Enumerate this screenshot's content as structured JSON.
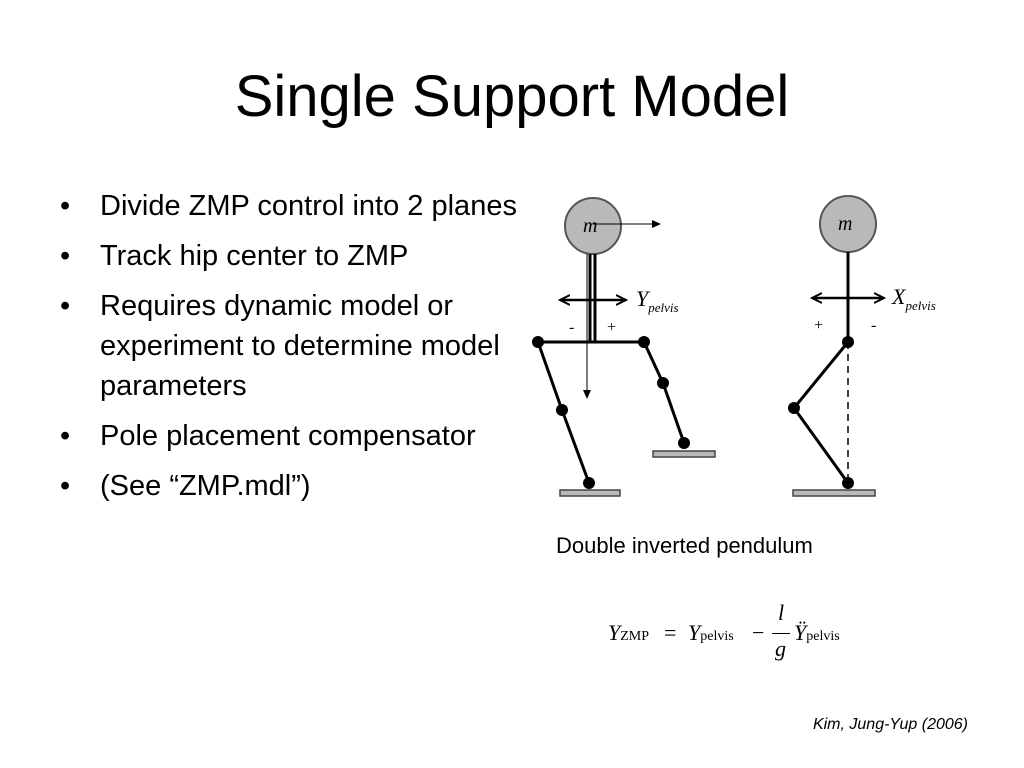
{
  "slide": {
    "title": "Single Support Model",
    "bullets": [
      "Divide ZMP control into 2 planes",
      "Track hip center to ZMP",
      "Requires dynamic model or experiment to determine model parameters",
      "Pole placement compensator",
      "(See “ZMP.mdl”)"
    ],
    "bullet_symbol": "•",
    "figure": {
      "mass_label": "m",
      "left_axis_label": "Y",
      "left_axis_sub": "pelvis",
      "right_axis_label": "X",
      "right_axis_sub": "pelvis",
      "left_minus": "-",
      "left_plus": "+",
      "right_plus": "+",
      "right_minus": "-",
      "caption": "Double inverted pendulum"
    },
    "equation": {
      "lhs_var": "Y",
      "lhs_sub": "ZMP",
      "equals": "=",
      "rhs_var": "Y",
      "rhs_sub": "pelvis",
      "minus": "−",
      "frac_num": "l",
      "frac_den": "g",
      "ddot_var": "Ÿ",
      "ddot_sub": "pelvis"
    },
    "citation": "Kim, Jung-Yup (2006)"
  }
}
